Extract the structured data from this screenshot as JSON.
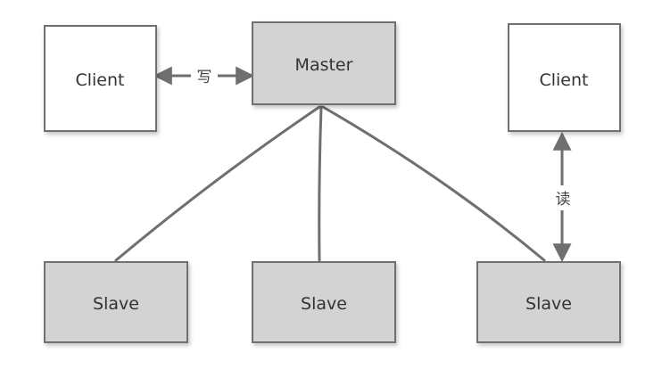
{
  "diagram": {
    "nodes": {
      "client_left": {
        "label": "Client",
        "fill": "#ffffff"
      },
      "master": {
        "label": "Master",
        "fill": "#d3d3d3"
      },
      "client_right": {
        "label": "Client",
        "fill": "#ffffff"
      },
      "slave_left": {
        "label": "Slave",
        "fill": "#d3d3d3"
      },
      "slave_middle": {
        "label": "Slave",
        "fill": "#d3d3d3"
      },
      "slave_right": {
        "label": "Slave",
        "fill": "#d3d3d3"
      }
    },
    "edges": {
      "write_label": "写",
      "read_label": "读"
    },
    "colors": {
      "stroke": "#6f6f6f",
      "text": "#333333"
    }
  }
}
